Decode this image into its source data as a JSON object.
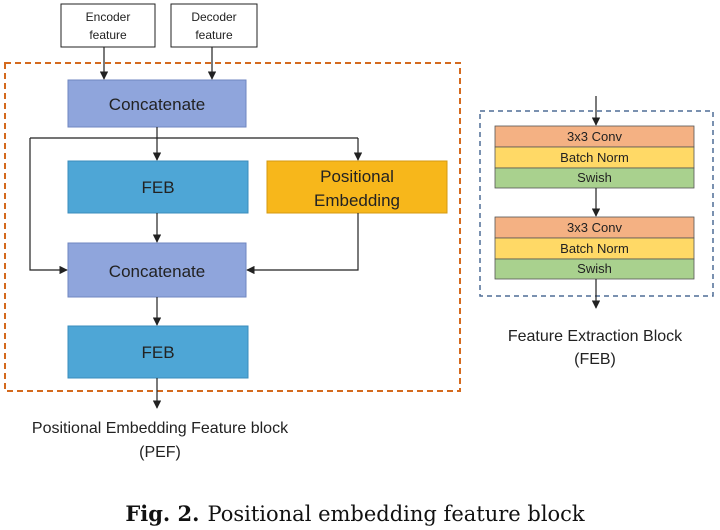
{
  "inputs": {
    "encoder": [
      "Encoder",
      "feature"
    ],
    "decoder": [
      "Decoder",
      "feature"
    ]
  },
  "pef": {
    "concatenate_top": "Concatenate",
    "feb_top": "FEB",
    "positional_embedding": [
      "Positional",
      "Embedding"
    ],
    "concatenate_bottom": "Concatenate",
    "feb_bottom": "FEB",
    "label": [
      "Positional Embedding Feature block",
      "(PEF)"
    ]
  },
  "feb_block": {
    "layers": [
      "3x3 Conv",
      "Batch Norm",
      "Swish",
      "3x3 Conv",
      "Batch Norm",
      "Swish"
    ],
    "label": [
      "Feature Extraction Block",
      "(FEB)"
    ]
  },
  "caption": {
    "label": "Fig. 2.",
    "text": "Positional embedding feature block"
  },
  "colors": {
    "concat": "#8fa5dc",
    "feb": "#4ea6d6",
    "positional": "#f7b71b",
    "conv": "#f4b183",
    "batchnorm": "#ffd966",
    "swish": "#a9d18e",
    "pef_border": "#d46a1e",
    "feb_border": "#4f6d96"
  }
}
